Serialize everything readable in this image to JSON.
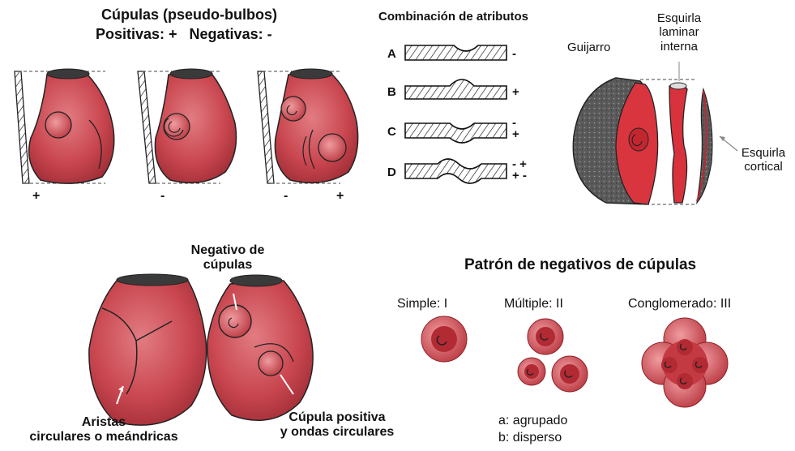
{
  "top_left": {
    "title": "Cúpulas (pseudo-bulbos)",
    "subtitle": "Positivas: +   Negativas: -",
    "fig1_sign": "+",
    "fig2_sign": "-",
    "fig3_sign_left": "-",
    "fig3_sign_right": "+"
  },
  "attributes": {
    "title": "Combinación de atributos",
    "rows": [
      {
        "letter": "A",
        "sign": "-"
      },
      {
        "letter": "B",
        "sign": "+"
      },
      {
        "letter": "C",
        "sign": "-\n+"
      },
      {
        "letter": "D",
        "sign": "- +\n+ -"
      }
    ]
  },
  "pebble": {
    "guijarro": "Guijarro",
    "esquirla_laminar": "Esquirla\nlaminar\ninterna",
    "esquirla_cortical": "Esquirla\ncortical"
  },
  "bottom_left": {
    "negativo_label": "Negativo de\ncúpulas",
    "aristas_label": "Aristas\ncirculares o meándricas",
    "cupula_positiva_label": "Cúpula positiva\ny ondas circulares"
  },
  "patterns": {
    "title": "Patrón de negativos de cúpulas",
    "simple": "Simple: I",
    "multiple": "Múltiple: II",
    "conglomerado": "Conglomerado: III",
    "legend_a": "a: agrupado",
    "legend_b": "b: disperso"
  },
  "colors": {
    "red": "#c8464e",
    "red_dark": "#9e2a33",
    "red_light": "#e07b80",
    "cortex": "#555555"
  }
}
